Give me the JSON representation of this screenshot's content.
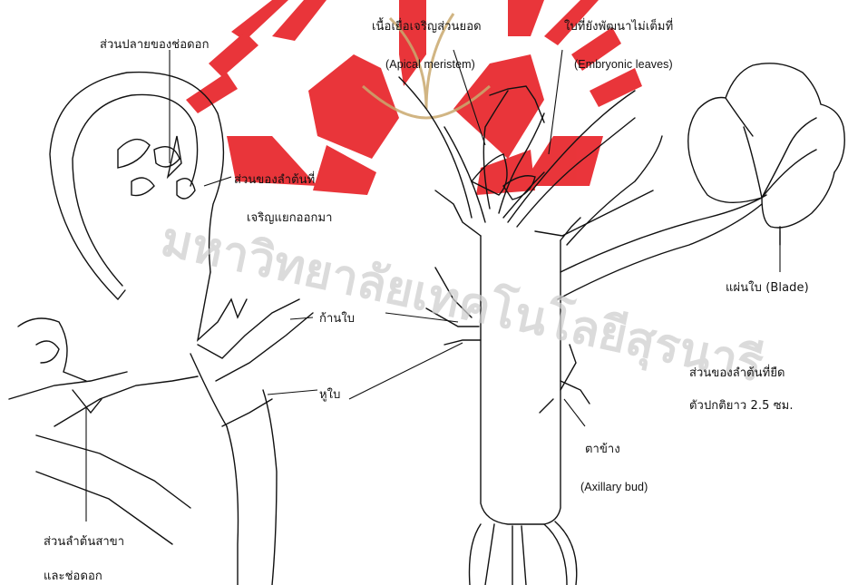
{
  "labels": {
    "flower_stalk_tip": "ส่วนปลายของช่อดอก",
    "stem_part_emerging": "ส่วนของลำต้นที่",
    "stem_part_emerging_2": "เจริญแยกออกมา",
    "apical_meristem_th": "เนื้อเยื่อเจริญส่วนยอด",
    "apical_meristem_en": "(Apical meristem)",
    "embryonic_leaves_th": "ใบที่ยังพัฒนาไม่เต็มที่",
    "embryonic_leaves_en": "(Embryonic leaves)",
    "petiole": "ก้านใบ",
    "stipule": "หูใบ",
    "blade": "แผ่นใบ (Blade)",
    "elongated_stem_1": "ส่วนของลำต้นที่ยืด",
    "elongated_stem_2": "ตัวปกติยาว 2.5 ซม.",
    "axillary_bud_th": "ตาข้าง",
    "axillary_bud_en": "(Axillary bud)",
    "branch_stem_1": "ส่วนลำต้นสาขา",
    "branch_stem_2": "และช่อดอก"
  },
  "watermark": {
    "text": "มหาวิทยาลัยเทคโนโลยีสุรนารี",
    "logo_color": "#e8242a",
    "text_color": "#cfcfcf"
  }
}
